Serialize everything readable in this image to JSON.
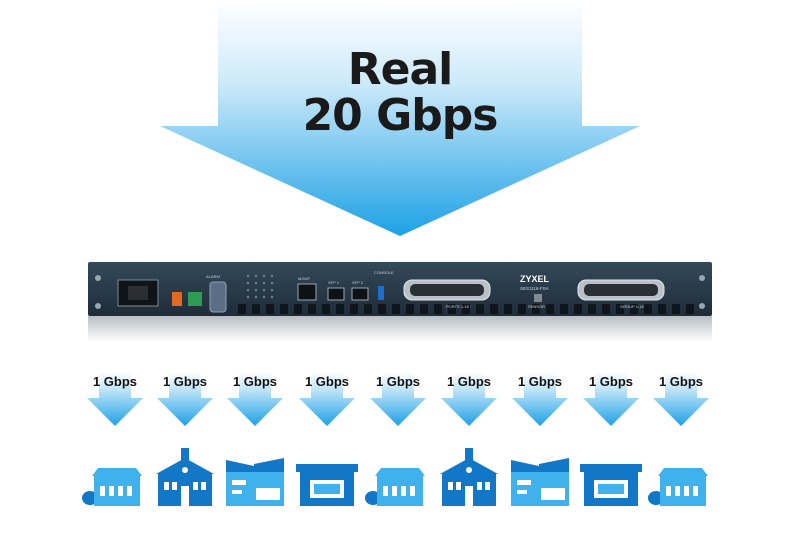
{
  "headline": {
    "line1": "Real",
    "line2": "20 Gbps"
  },
  "device": {
    "brand": "ZYXEL",
    "model": "SES1116-FSA",
    "labels": {
      "mgmt": "MGMT",
      "sfp1": "SFP 1",
      "sfp2": "SFP 2",
      "console": "CONSOLE",
      "alarm": "ALARM",
      "ports_1_16": "PORTS 1-16",
      "sensor": "SENSOR",
      "group_1_16": "GROUP 1-16"
    }
  },
  "downlinks": [
    {
      "label": "1 Gbps",
      "building": "small-office-icon"
    },
    {
      "label": "1 Gbps",
      "building": "school-icon"
    },
    {
      "label": "1 Gbps",
      "building": "factory-icon"
    },
    {
      "label": "1 Gbps",
      "building": "shop-icon"
    },
    {
      "label": "1 Gbps",
      "building": "small-office-icon"
    },
    {
      "label": "1 Gbps",
      "building": "school-icon"
    },
    {
      "label": "1 Gbps",
      "building": "factory-icon"
    },
    {
      "label": "1 Gbps",
      "building": "shop-icon"
    },
    {
      "label": "1 Gbps",
      "building": "small-office-icon"
    }
  ],
  "colors": {
    "arrow_top": "#ffffff",
    "arrow_bottom": "#1da1e5",
    "building_light": "#3fb2ee",
    "building_dark": "#1177c6",
    "device_body": "#2a3a48"
  }
}
